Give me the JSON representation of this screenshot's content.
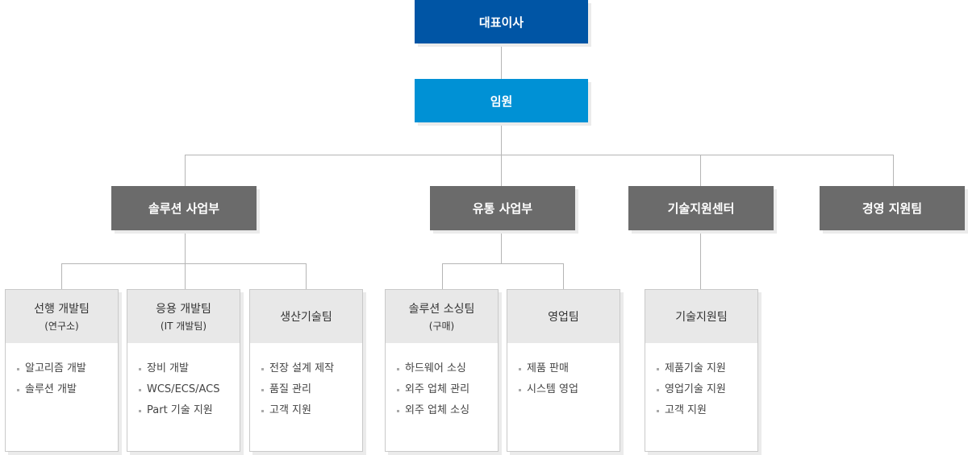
{
  "ceo": "대표이사",
  "executive": "임원",
  "divisions": [
    "솔루션 사업부",
    "유통 사업부",
    "기술지원센터",
    "경영 지원팀"
  ],
  "teams": [
    {
      "name": "선행 개발팀",
      "sub": "(연구소)",
      "items": [
        "알고리즘 개발",
        "솔루션 개발"
      ]
    },
    {
      "name": "응용 개발팀",
      "sub": "(IT 개발팀)",
      "items": [
        "장비 개발",
        "WCS/ECS/ACS",
        "Part 기술 지원"
      ]
    },
    {
      "name": "생산기술팀",
      "sub": "",
      "items": [
        "전장 설계 제작",
        "품질 관리",
        "고객 지원"
      ]
    },
    {
      "name": "솔루션 소싱팀",
      "sub": "(구매)",
      "items": [
        "하드웨어 소싱",
        "외주 업체 관리",
        "외주 업체 소싱"
      ]
    },
    {
      "name": "영업팀",
      "sub": "",
      "items": [
        "제품 판매",
        "시스템 영업"
      ]
    },
    {
      "name": "기술지원팀",
      "sub": "",
      "items": [
        "제품기술 지원",
        "영업기술 지원",
        "고객 지원"
      ]
    }
  ]
}
